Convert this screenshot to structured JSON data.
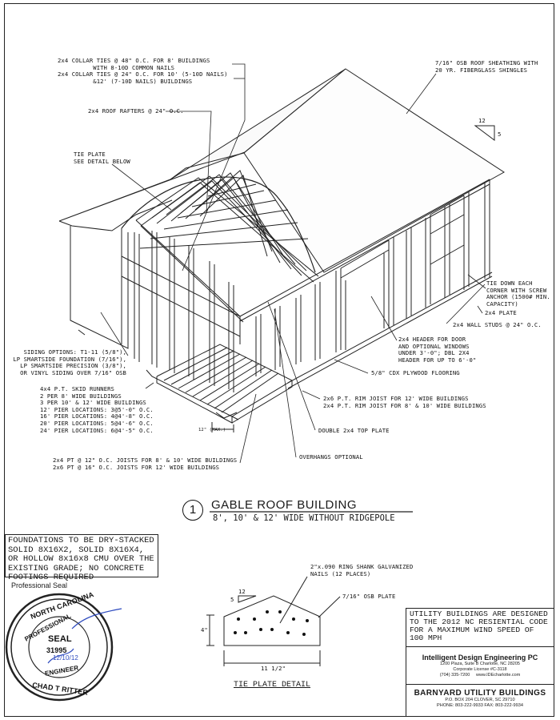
{
  "drawing": {
    "callouts": {
      "collar_ties": "2x4 COLLAR TIES @ 48\" O.C. FOR 8' BUILDINGS\n          WITH 8-10D COMMON NAILS\n2x4 COLLAR TIES @ 24\" O.C. FOR 10' (5-10D NAILS)\n          &12' (7-10D NAILS) BUILDINGS",
      "rafters": "2x4 ROOF RAFTERS @ 24\" O.C.",
      "tie_plate": "TIE PLATE\nSEE DETAIL BELOW",
      "sheathing": "7/16\" OSB ROOF SHEATHING WITH\n20 YR. FIBERGLASS SHINGLES",
      "pitch_run": "12",
      "pitch_rise": "5",
      "tie_down": "TIE DOWN EACH\nCORNER WITH SCREW\nANCHOR (1500# MIN.\nCAPACITY)",
      "plate": "2x4 PLATE",
      "wall_studs": "2x4 WALL STUDS @ 24\" O.C.",
      "header": "2x4 HEADER FOR DOOR\nAND OPTIONAL WINDOWS\nUNDER 3'-0\"; DBL 2X4\nHEADER FOR UP TO 6'-0\"",
      "flooring": "5/8\" CDX PLYWOOD FLOORING",
      "rim_joist": "2x6 P.T. RIM JOIST FOR 12' WIDE BUILDINGS\n2x4 P.T. RIM JOIST FOR 8' & 10' WIDE BUILDINGS",
      "siding": "SIDING OPTIONS: T1-11 (5/8\"),\nLP SMARTSIDE FOUNDATION (7/16\"),\nLP SMARTSIDE PRECISION (3/8\"),\nOR VINYL SIDING OVER 7/16\" OSB",
      "skids": "4x4 P.T. SKID RUNNERS\n2 PER 8' WIDE BUILDINGS\n3 PER 10' & 12' WIDE BUILDINGS\n12' PIER LOCATIONS: 3@5'-0\" O.C.\n16' PIER LOCATIONS: 4@4'-8\" O.C.\n20' PIER LOCATIONS: 5@4'-6\" O.C.\n24' PIER LOCATIONS: 6@4'-5\" O.C.",
      "max_dim": "12\" (MAX.)",
      "top_plate": "DOUBLE 2x4 TOP PLATE",
      "overhangs": "OVERHANGS OPTIONAL",
      "joists": "2x4 PT @ 12\" O.C. JOISTS FOR 8' & 10' WIDE BUILDINGS\n2x6 PT @ 16\" O.C. JOISTS FOR 12' WIDE BUILDINGS"
    }
  },
  "title": {
    "number": "1",
    "main": "GABLE ROOF BUILDING",
    "sub": "8', 10' & 12' WIDE WITHOUT RIDGEPOLE"
  },
  "foundation_note": "FOUNDATIONS TO BE DRY-STACKED SOLID 8X16X2, SOLID 8X16X4, OR HOLLOW 8x16x8 CMU OVER THE EXISTING GRADE; NO CONCRETE FOOTINGS REQUIRED",
  "seal": {
    "label": "Professional Seal",
    "ring_top": "NORTH CAROLINA",
    "ring_side": "PROFESSIONAL",
    "ring_bottom": "ENGINEER",
    "name": "CHAD T RITTER",
    "word": "SEAL",
    "number": "31995",
    "date": "12/10/12"
  },
  "tie_plate_detail": {
    "nails": "2\"x.090 RING SHANK GALVANIZED\nNAILS (12 PLACES)",
    "osb": "7/16\" OSB PLATE",
    "pitch_run": "12",
    "pitch_rise": "5",
    "height": "4\"",
    "width": "11 1/2\"",
    "title": "TIE PLATE DETAIL"
  },
  "title_block": {
    "code_note": "UTILITY BUILDINGS ARE DESIGNED TO THE 2012 NC RESIENTIAL CODE FOR A MAXIMUM WIND SPEED OF 100 MPH",
    "engineer": "Intelligent Design Engineering PC",
    "engineer_addr": "1200 Plaza, Suite B  Charlotte, NC 28205",
    "engineer_license": "Corporate License #C-3118",
    "engineer_phone": "(704) 335-7200",
    "engineer_web": "www.IDEcharlotte.com",
    "company": "BARNYARD UTILITY BUILDINGS",
    "company_addr": "P.O. BOX 204  CLOVER, SC  29710",
    "company_phone": "PHONE: 803-222-9933  FAX: 803-222-9934"
  }
}
